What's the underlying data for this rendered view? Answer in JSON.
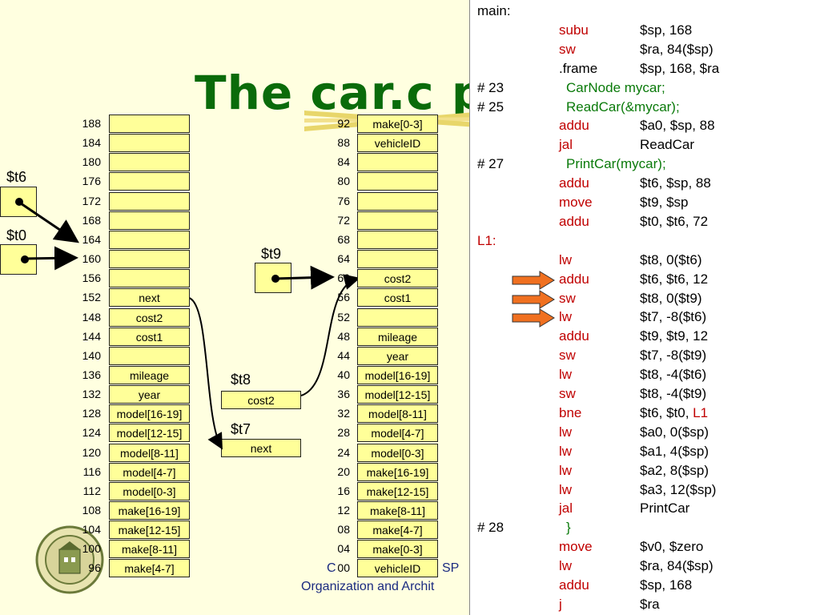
{
  "title": "The car.c p",
  "left_table": {
    "addresses": [
      "188",
      "184",
      "180",
      "176",
      "172",
      "168",
      "164",
      "160",
      "156",
      "152",
      "148",
      "144",
      "140",
      "136",
      "132",
      "128",
      "124",
      "120",
      "116",
      "112",
      "108",
      "104",
      "100",
      "96"
    ],
    "cells": [
      "",
      "",
      "",
      "",
      "",
      "",
      "",
      "",
      "",
      "next",
      "cost2",
      "cost1",
      "",
      "mileage",
      "year",
      "model[16-19]",
      "model[12-15]",
      "model[8-11]",
      "model[4-7]",
      "model[0-3]",
      "make[16-19]",
      "make[12-15]",
      "make[8-11]",
      "make[4-7]"
    ]
  },
  "right_table": {
    "addresses": [
      "92",
      "88",
      "84",
      "80",
      "76",
      "72",
      "68",
      "64",
      "60",
      "56",
      "52",
      "48",
      "44",
      "40",
      "36",
      "32",
      "28",
      "24",
      "20",
      "16",
      "12",
      "08",
      "04",
      "00"
    ],
    "cells": [
      "make[0-3]",
      "vehicleID",
      "",
      "",
      "",
      "",
      "",
      "",
      "cost2",
      "cost1",
      "",
      "mileage",
      "year",
      "model[16-19]",
      "model[12-15]",
      "model[8-11]",
      "model[4-7]",
      "model[0-3]",
      "make[16-19]",
      "make[12-15]",
      "make[8-11]",
      "make[4-7]",
      "make[0-3]",
      "vehicleID"
    ]
  },
  "registers": {
    "t6": "$t6",
    "t0": "$t0",
    "t9": "$t9",
    "t8": "$t8",
    "t7": "$t7",
    "t8_value": "cost2",
    "t7_value": "next"
  },
  "code": [
    {
      "a": "main:",
      "b": "",
      "c": "",
      "ca": "black",
      "cb": "black"
    },
    {
      "a": "",
      "b": "subu",
      "c": "$sp, 168",
      "ca": "black",
      "cb": "red"
    },
    {
      "a": "",
      "b": "sw",
      "c": "$ra, 84($sp)",
      "ca": "black",
      "cb": "red"
    },
    {
      "a": "",
      "b": ".frame",
      "c": "$sp, 168, $ra",
      "ca": "black",
      "cb": "black"
    },
    {
      "a": "#  23",
      "b": "CarNode mycar;",
      "c": "",
      "ca": "black",
      "cb": "green"
    },
    {
      "a": "#  25",
      "b": "ReadCar(&mycar);",
      "c": "",
      "ca": "black",
      "cb": "green"
    },
    {
      "a": "",
      "b": "addu",
      "c": "$a0, $sp, 88",
      "ca": "black",
      "cb": "red"
    },
    {
      "a": "",
      "b": "jal",
      "c": "ReadCar",
      "ca": "black",
      "cb": "red"
    },
    {
      "a": "#  27",
      "b": "PrintCar(mycar);",
      "c": "",
      "ca": "black",
      "cb": "green"
    },
    {
      "a": "",
      "b": "addu",
      "c": "$t6, $sp, 88",
      "ca": "black",
      "cb": "red"
    },
    {
      "a": "",
      "b": "move",
      "c": "$t9, $sp",
      "ca": "black",
      "cb": "red"
    },
    {
      "a": "",
      "b": "addu",
      "c": "$t0, $t6, 72",
      "ca": "black",
      "cb": "red"
    },
    {
      "a": "L1:",
      "b": "",
      "c": "",
      "ca": "red",
      "cb": "black"
    },
    {
      "a": "",
      "b": "lw",
      "c": "$t8, 0($t6)",
      "ca": "black",
      "cb": "red"
    },
    {
      "a": "",
      "b": "addu",
      "c": "$t6, $t6, 12",
      "ca": "black",
      "cb": "red"
    },
    {
      "a": "",
      "b": "sw",
      "c": "$t8, 0($t9)",
      "ca": "black",
      "cb": "red"
    },
    {
      "a": "",
      "b": "lw",
      "c": "$t7, -8($t6)",
      "ca": "black",
      "cb": "red"
    },
    {
      "a": "",
      "b": "addu",
      "c": "$t9, $t9, 12",
      "ca": "black",
      "cb": "red"
    },
    {
      "a": "",
      "b": "sw",
      "c": "$t7, -8($t9)",
      "ca": "black",
      "cb": "red"
    },
    {
      "a": "",
      "b": "lw",
      "c": "$t8, -4($t6)",
      "ca": "black",
      "cb": "red"
    },
    {
      "a": "",
      "b": "sw",
      "c": "$t8, -4($t9)",
      "ca": "black",
      "cb": "red"
    },
    {
      "a": "",
      "b": "bne",
      "c": "$t6, $t0, ",
      "ca": "black",
      "cb": "red",
      "d": "L1"
    },
    {
      "a": "",
      "b": "lw",
      "c": "$a0, 0($sp)",
      "ca": "black",
      "cb": "red"
    },
    {
      "a": "",
      "b": "lw",
      "c": "$a1, 4($sp)",
      "ca": "black",
      "cb": "red"
    },
    {
      "a": "",
      "b": "lw",
      "c": "$a2, 8($sp)",
      "ca": "black",
      "cb": "red"
    },
    {
      "a": "",
      "b": "lw",
      "c": "$a3, 12($sp)",
      "ca": "black",
      "cb": "red"
    },
    {
      "a": "",
      "b": "jal",
      "c": "PrintCar",
      "ca": "black",
      "cb": "red"
    },
    {
      "a": "#  28",
      "b": "}",
      "c": "",
      "ca": "black",
      "cb": "green"
    },
    {
      "a": "",
      "b": "move",
      "c": "$v0, $zero",
      "ca": "black",
      "cb": "red"
    },
    {
      "a": "",
      "b": "lw",
      "c": "$ra, 84($sp)",
      "ca": "black",
      "cb": "red"
    },
    {
      "a": "",
      "b": "addu",
      "c": "$sp, 168",
      "ca": "black",
      "cb": "red"
    },
    {
      "a": "",
      "b": "j",
      "c": "$ra",
      "ca": "black",
      "cb": "red"
    }
  ],
  "arrow_rows": [
    14,
    15,
    16
  ],
  "footer": {
    "line1_left": "C",
    "line1_right": "SP",
    "line2": "Organization and Archit"
  },
  "colors": {
    "background": "#FFFFE0",
    "cell_fill": "#FFFF99",
    "title_green": "#0a6b0a",
    "keyword_red": "#c00000",
    "comment_green": "#0a7a0a",
    "arrow_orange": "#f07020"
  }
}
